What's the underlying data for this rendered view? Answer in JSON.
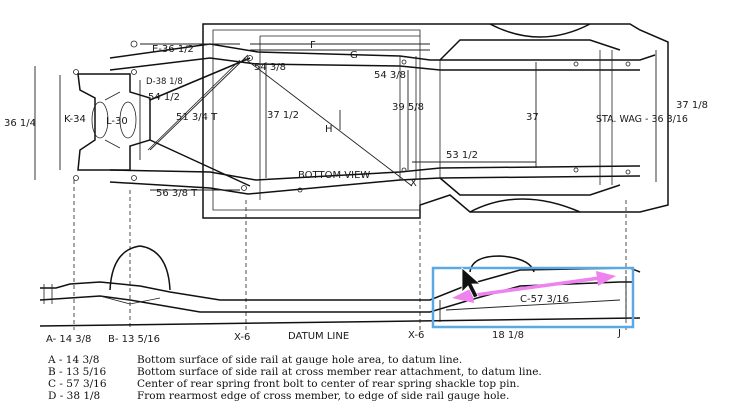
{
  "top_view": {
    "title": "BOTTOM VIEW",
    "dims": {
      "E": "E-36 1/2",
      "F": "F",
      "G": "G",
      "D": "D-38 1/8",
      "d54_half": "54 1/2",
      "K": "K-34",
      "L": "L-30",
      "d36_quarter": "36 1/4",
      "d51_3_4": "51 3/4 T",
      "d37_half": "37 1/2",
      "d54_3_8_a": "54 3/8",
      "d54_3_8_b": "54 3/8",
      "d39_5_8": "39 5/8",
      "H": "H",
      "d37": "37",
      "d53_half": "53 1/2",
      "d37_1_8": "37 1/8",
      "sta_wag": "STA. WAG - 36 3/16",
      "d56_3_8": "56 3/8 T",
      "X": "X"
    }
  },
  "side_view": {
    "A": "A- 14 3/8",
    "B": "B- 13 5/16",
    "X1": "X-6",
    "datum": "DATUM LINE",
    "X2": "X-6",
    "d18_1_8": "18 1/8",
    "C": "C-57 3/16",
    "J": "J"
  },
  "legend": [
    {
      "key": "A  - 14 3/8",
      "text": "Bottom surface of side rail at gauge hole area, to datum line."
    },
    {
      "key": "B  - 13 5/16",
      "text": "Bottom surface of side rail at cross member rear attachment, to datum line."
    },
    {
      "key": "C  - 57 3/16",
      "text": "Center of rear spring front bolt to center of rear spring shackle top pin."
    },
    {
      "key": "D  - 38 1/8",
      "text": "From rearmost edge of cross member, to edge of side rail gauge hole."
    }
  ],
  "highlight_color": "#5aa9e6",
  "arrow_color": "#ee82ee"
}
